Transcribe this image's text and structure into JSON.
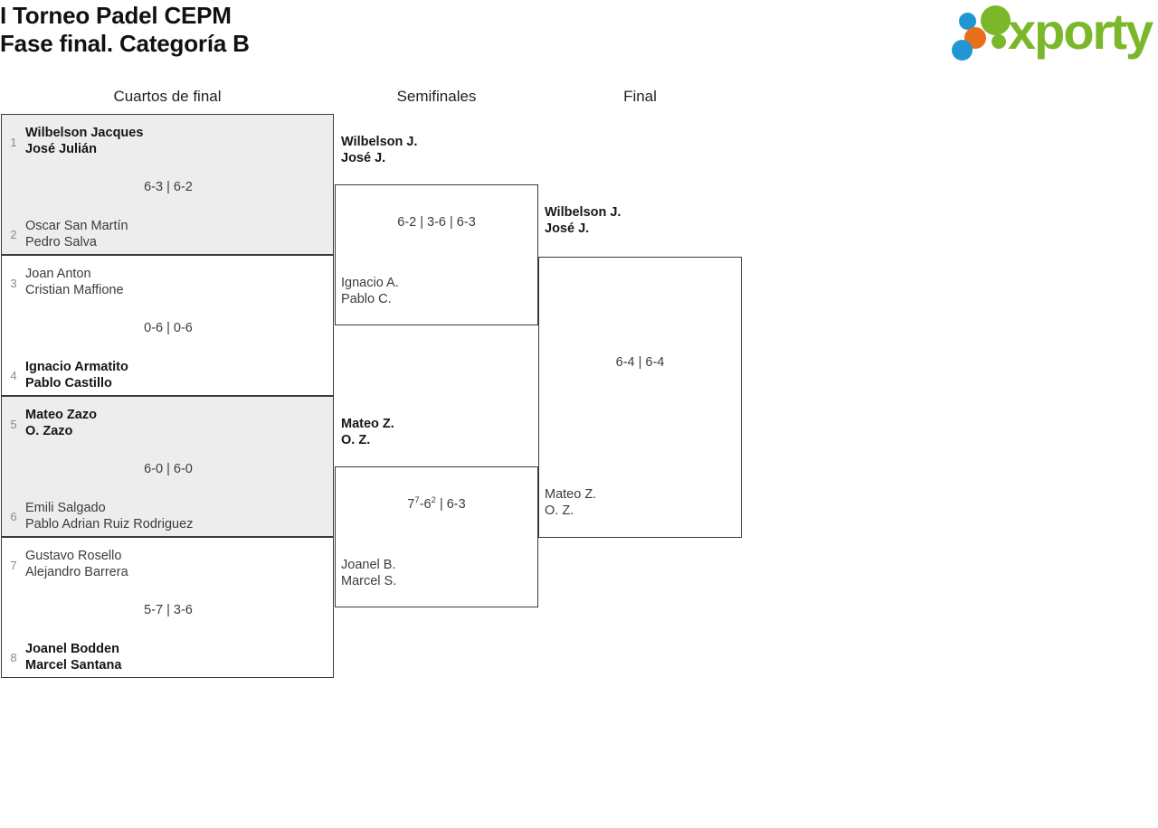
{
  "header": {
    "title_line1": "I Torneo Padel CEPM",
    "title_line2": "Fase final. Categoría B",
    "logo_wordmark": "xporty"
  },
  "rounds": {
    "quarterfinals_label": "Cuartos de final",
    "semifinals_label": "Semifinales",
    "final_label": "Final"
  },
  "quarterfinals": [
    {
      "shaded": true,
      "top": {
        "seed": "1",
        "player1": "Wilbelson Jacques",
        "player2": "José Julián",
        "winner": true
      },
      "bottom": {
        "seed": "2",
        "player1": "Oscar San Martín",
        "player2": "Pedro Salva",
        "winner": false
      },
      "score": "6-3 | 6-2"
    },
    {
      "shaded": false,
      "top": {
        "seed": "3",
        "player1": "Joan Anton",
        "player2": "Cristian Maffione",
        "winner": false
      },
      "bottom": {
        "seed": "4",
        "player1": "Ignacio Armatito",
        "player2": "Pablo Castillo",
        "winner": true
      },
      "score": "0-6 | 0-6"
    },
    {
      "shaded": true,
      "top": {
        "seed": "5",
        "player1": "Mateo Zazo",
        "player2": "O. Zazo",
        "winner": true
      },
      "bottom": {
        "seed": "6",
        "player1": "Emili Salgado",
        "player2": "Pablo Adrian Ruiz Rodriguez",
        "winner": false
      },
      "score": "6-0 | 6-0"
    },
    {
      "shaded": false,
      "top": {
        "seed": "7",
        "player1": "Gustavo Rosello",
        "player2": "Alejandro Barrera",
        "winner": false
      },
      "bottom": {
        "seed": "8",
        "player1": "Joanel Bodden",
        "player2": "Marcel Santana",
        "winner": true
      },
      "score": "5-7 | 3-6"
    }
  ],
  "semifinals": [
    {
      "top": {
        "player1": "Wilbelson J.",
        "player2": "José J.",
        "winner": true
      },
      "bottom": {
        "player1": "Ignacio A.",
        "player2": "Pablo C.",
        "winner": false
      },
      "score": "6-2 | 3-6 | 6-3"
    },
    {
      "top": {
        "player1": "Mateo Z.",
        "player2": "O. Z.",
        "winner": true
      },
      "bottom": {
        "player1": "Joanel B.",
        "player2": "Marcel S.",
        "winner": false
      },
      "score_html": "7<sup>7</sup>-6<sup>2</sup> | 6-3",
      "score": "77-62 | 6-3"
    }
  ],
  "final": {
    "top": {
      "player1": "Wilbelson J.",
      "player2": "José J.",
      "winner": true
    },
    "bottom": {
      "player1": "Mateo Z.",
      "player2": "O. Z.",
      "winner": false
    },
    "score": "6-4 | 6-4"
  },
  "colors": {
    "shaded_cell": "#ededed",
    "border": "#3a3a3a",
    "logo_green": "#7ab829",
    "logo_blue": "#2196d3",
    "logo_orange": "#e9701a",
    "seed_text": "#8a8a8a"
  }
}
